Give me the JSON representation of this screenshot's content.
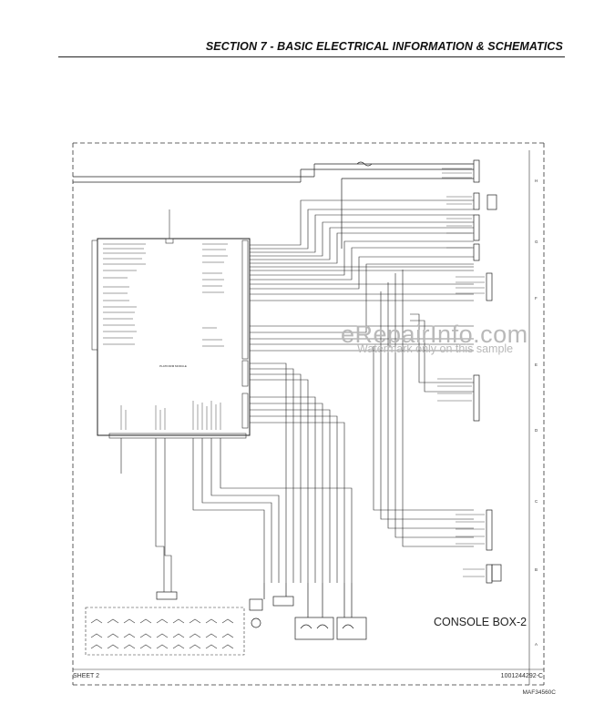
{
  "header": {
    "section_title": "SECTION 7 - BASIC ELECTRICAL INFORMATION & SCHEMATICS"
  },
  "diagram": {
    "module_label": "PLATFORM MODULE",
    "panel_label": "CONSOLE BOX-2",
    "sheet_label": "SHEET 2",
    "document_number": "1001244292-C",
    "maf_number": "MAF34560C",
    "border_letters": [
      "H",
      "G",
      "F",
      "E",
      "D",
      "C",
      "B",
      "A"
    ]
  },
  "watermark": {
    "main": "eRepairInfo.com",
    "sub": "Watermark only on this sample"
  },
  "colors": {
    "line": "#1a1a1a",
    "watermark": "#b9b9b9",
    "background": "#ffffff"
  }
}
